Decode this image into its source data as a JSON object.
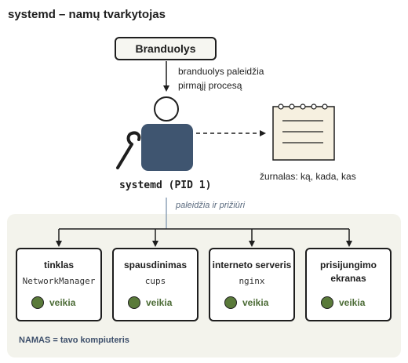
{
  "title": "systemd – namų tvarkytojas",
  "kernel": {
    "label": "Branduolys",
    "note_line1": "branduolys paleidžia",
    "note_line2": "pirmąjį procesą"
  },
  "systemd": {
    "label": "systemd (PID 1)",
    "supervise_note": "paleidžia ir prižiūri"
  },
  "journal": {
    "label": "žurnalas: ką, kada, kas"
  },
  "services": [
    {
      "name": "tinklas",
      "unit": "NetworkManager",
      "status": "veikia"
    },
    {
      "name": "spausdinimas",
      "unit": "cups",
      "status": "veikia"
    },
    {
      "name": "interneto serveris",
      "unit": "nginx",
      "status": "veikia"
    },
    {
      "name": "prisijungimo ekranas",
      "unit": "",
      "status": "veikia"
    }
  ],
  "footer_note": "NAMAS = tavo kompiuteris",
  "colors": {
    "status_green": "#5a7a3a",
    "figure_body": "#3f5570",
    "panel_bg": "#f3f3ec"
  }
}
